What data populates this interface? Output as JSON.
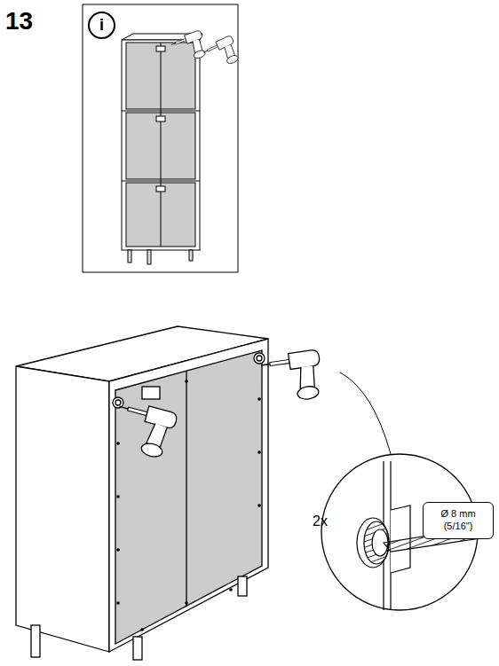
{
  "diagram": {
    "nodes": [
      {
        "text": [
          "i"
        ]
      },
      {
        "text": [
          "Ø 8 mm (5/16\")"
        ]
      }
    ],
    "labels": [
      "13",
      "2x"
    ]
  }
}
